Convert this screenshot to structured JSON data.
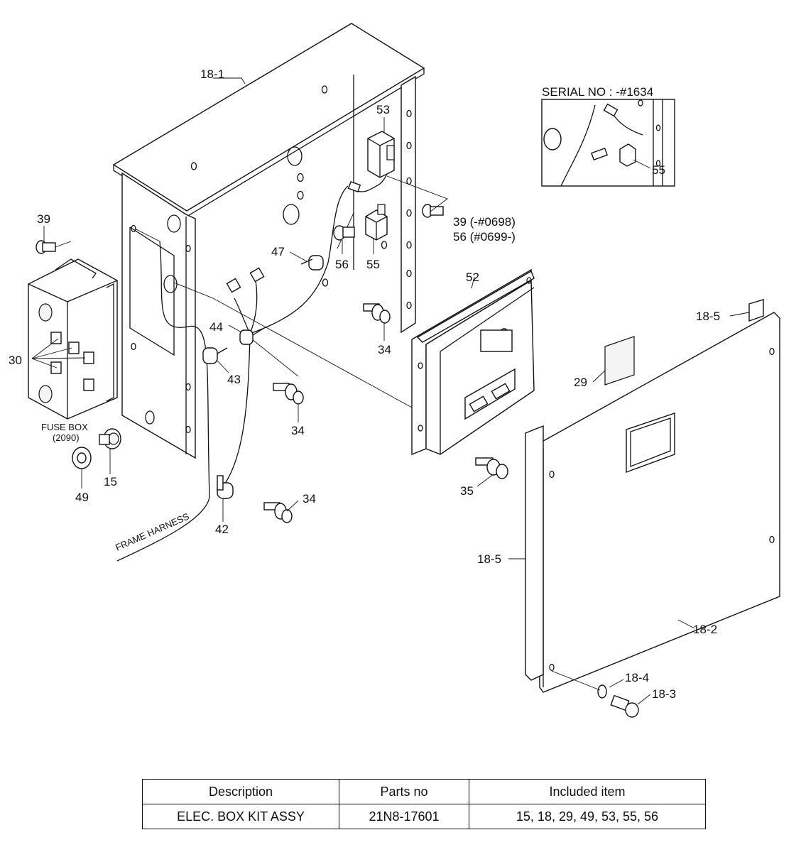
{
  "callouts": {
    "c18_1": "18-1",
    "c53": "53",
    "c39a": "39",
    "c39b": "39 (-#0698)",
    "c56b": "56 (#0699-)",
    "c47": "47",
    "c56": "56",
    "c55": "55",
    "c52": "52",
    "c34a": "34",
    "c44": "44",
    "c43": "43",
    "c34b": "34",
    "c30": "30",
    "c15": "15",
    "c49": "49",
    "c42": "42",
    "c34c": "34",
    "c35": "35",
    "c29": "29",
    "c18_5a": "18-5",
    "c18_5b": "18-5",
    "c18_2": "18-2",
    "c18_4": "18-4",
    "c18_3": "18-3",
    "c55_inset": "55"
  },
  "fuse_box_label": "FUSE BOX",
  "fuse_box_number": "(2090)",
  "frame_harness_label": "FRAME HARNESS",
  "inset_title": "SERIAL NO : -#1634",
  "parts_table": {
    "headers": [
      "Description",
      "Parts no",
      "Included item"
    ],
    "rows": [
      [
        "ELEC. BOX KIT ASSY",
        "21N8-17601",
        "15, 18, 29, 49, 53, 55, 56"
      ]
    ]
  }
}
